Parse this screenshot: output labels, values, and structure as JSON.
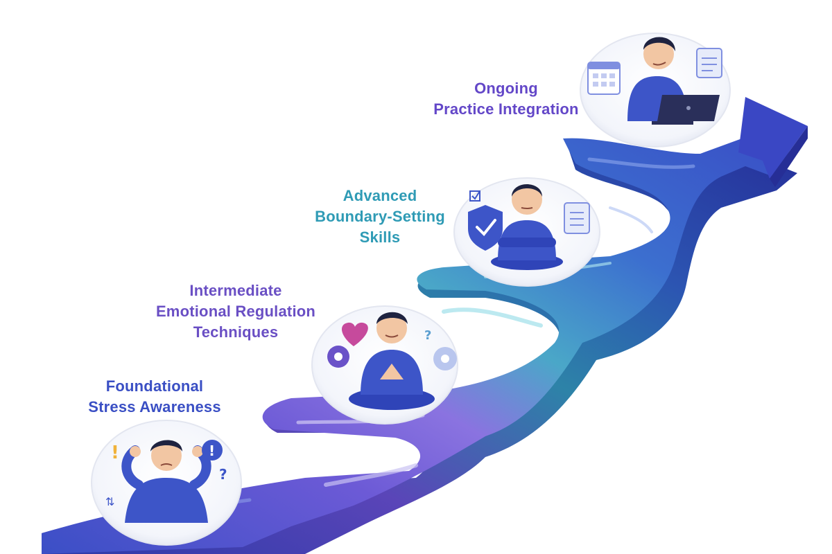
{
  "diagram": {
    "type": "staircase-path",
    "stages": [
      {
        "id": 1,
        "line1": "Foundational",
        "line2": "Stress Awareness",
        "line3": "",
        "color": "#3a4fc4"
      },
      {
        "id": 2,
        "line1": "Intermediate",
        "line2": "Emotional Regulation",
        "line3": "Techniques",
        "color": "#6a4fc4"
      },
      {
        "id": 3,
        "line1": "Advanced",
        "line2": "Boundary-Setting",
        "line3": "Skills",
        "color": "#2f9bb5"
      },
      {
        "id": 4,
        "line1": "Ongoing",
        "line2": "Practice Integration",
        "line3": "",
        "color": "#6347c8"
      }
    ]
  },
  "icons": {
    "stage1": [
      "exclamation-icon",
      "alert-badge-icon",
      "question-mark-icon",
      "arrows-icon",
      "person-stressed-icon"
    ],
    "stage2": [
      "heart-icon",
      "gear-icon",
      "question-mark-icon",
      "gear-icon",
      "person-meditating-icon"
    ],
    "stage3": [
      "checkbox-icon",
      "shield-check-icon",
      "clipboard-icon",
      "person-arms-crossed-icon"
    ],
    "stage4": [
      "calendar-icon",
      "notepad-icon",
      "laptop-icon",
      "person-laptop-icon"
    ],
    "end": [
      "arrow-head-icon"
    ]
  },
  "palette": {
    "path_blue": "#3b4cc0",
    "path_purple": "#7a63d6",
    "path_teal": "#3b9fc0",
    "path_side_dark": "#2a2f8a",
    "skin": "#f2c6a3",
    "hair": "#1f2340",
    "shirt": "#3d55c8"
  }
}
